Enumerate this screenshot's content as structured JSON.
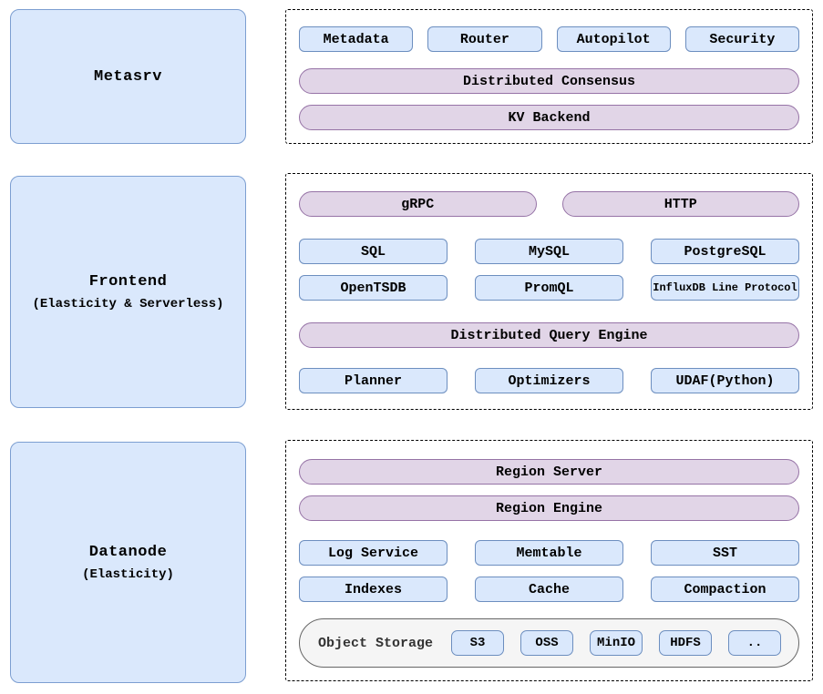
{
  "colors": {
    "node_blue_fill": "#dae8fc",
    "node_blue_border": "#6c8ebf",
    "pill_purple_fill": "#e1d5e7",
    "pill_purple_border": "#9673a6",
    "storage_gray_fill": "#f5f5f5",
    "storage_gray_border": "#666666"
  },
  "left_column": {
    "metasrv": {
      "title": "Metasrv"
    },
    "frontend": {
      "title": "Frontend",
      "subtitle": "(Elasticity & Serverless)"
    },
    "datanode": {
      "title": "Datanode",
      "subtitle": "(Elasticity)"
    }
  },
  "metasrv_panel": {
    "components": [
      "Metadata",
      "Router",
      "Autopilot",
      "Security"
    ],
    "consensus_pill": "Distributed Consensus",
    "kv_pill": "KV Backend"
  },
  "frontend_panel": {
    "grpc_pill": "gRPC",
    "http_pill": "HTTP",
    "protocols_row1": [
      "SQL",
      "MySQL",
      "PostgreSQL"
    ],
    "protocols_row2": [
      "OpenTSDB",
      "PromQL",
      "InfluxDB Line Protocol"
    ],
    "query_engine_pill": "Distributed Query Engine",
    "engine_components": [
      "Planner",
      "Optimizers",
      "UDAF(Python)"
    ]
  },
  "datanode_panel": {
    "region_server_pill": "Region Server",
    "region_engine_pill": "Region Engine",
    "storage_row1": [
      "Log Service",
      "Memtable",
      "SST"
    ],
    "storage_row2": [
      "Indexes",
      "Cache",
      "Compaction"
    ],
    "object_storage": {
      "label": "Object Storage",
      "backends": [
        "S3",
        "OSS",
        "MinIO",
        "HDFS",
        ".."
      ]
    }
  }
}
